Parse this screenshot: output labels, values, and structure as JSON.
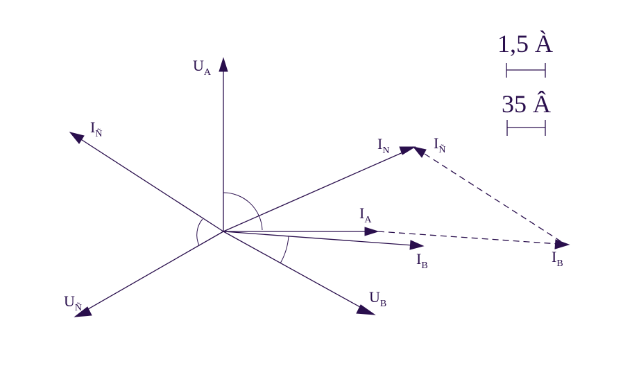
{
  "colors": {
    "ink": "#2a0f4d",
    "background": "#ffffff"
  },
  "vectors": {
    "UA": {
      "main": "U",
      "sub": "A"
    },
    "UB": {
      "main": "U",
      "sub": "B"
    },
    "UC": {
      "main": "U",
      "sub": "Ñ"
    },
    "IA": {
      "main": "I",
      "sub": "A"
    },
    "IB": {
      "main": "I",
      "sub": "B"
    },
    "IC": {
      "main": "I",
      "sub": "Ñ"
    },
    "IN": {
      "main": "I",
      "sub": "N"
    },
    "IC_shifted": {
      "main": "I",
      "sub": "Ñ"
    },
    "IB_shifted": {
      "main": "I",
      "sub": "B"
    }
  },
  "scale": {
    "current": "1,5 À",
    "voltage": "35 Â"
  }
}
